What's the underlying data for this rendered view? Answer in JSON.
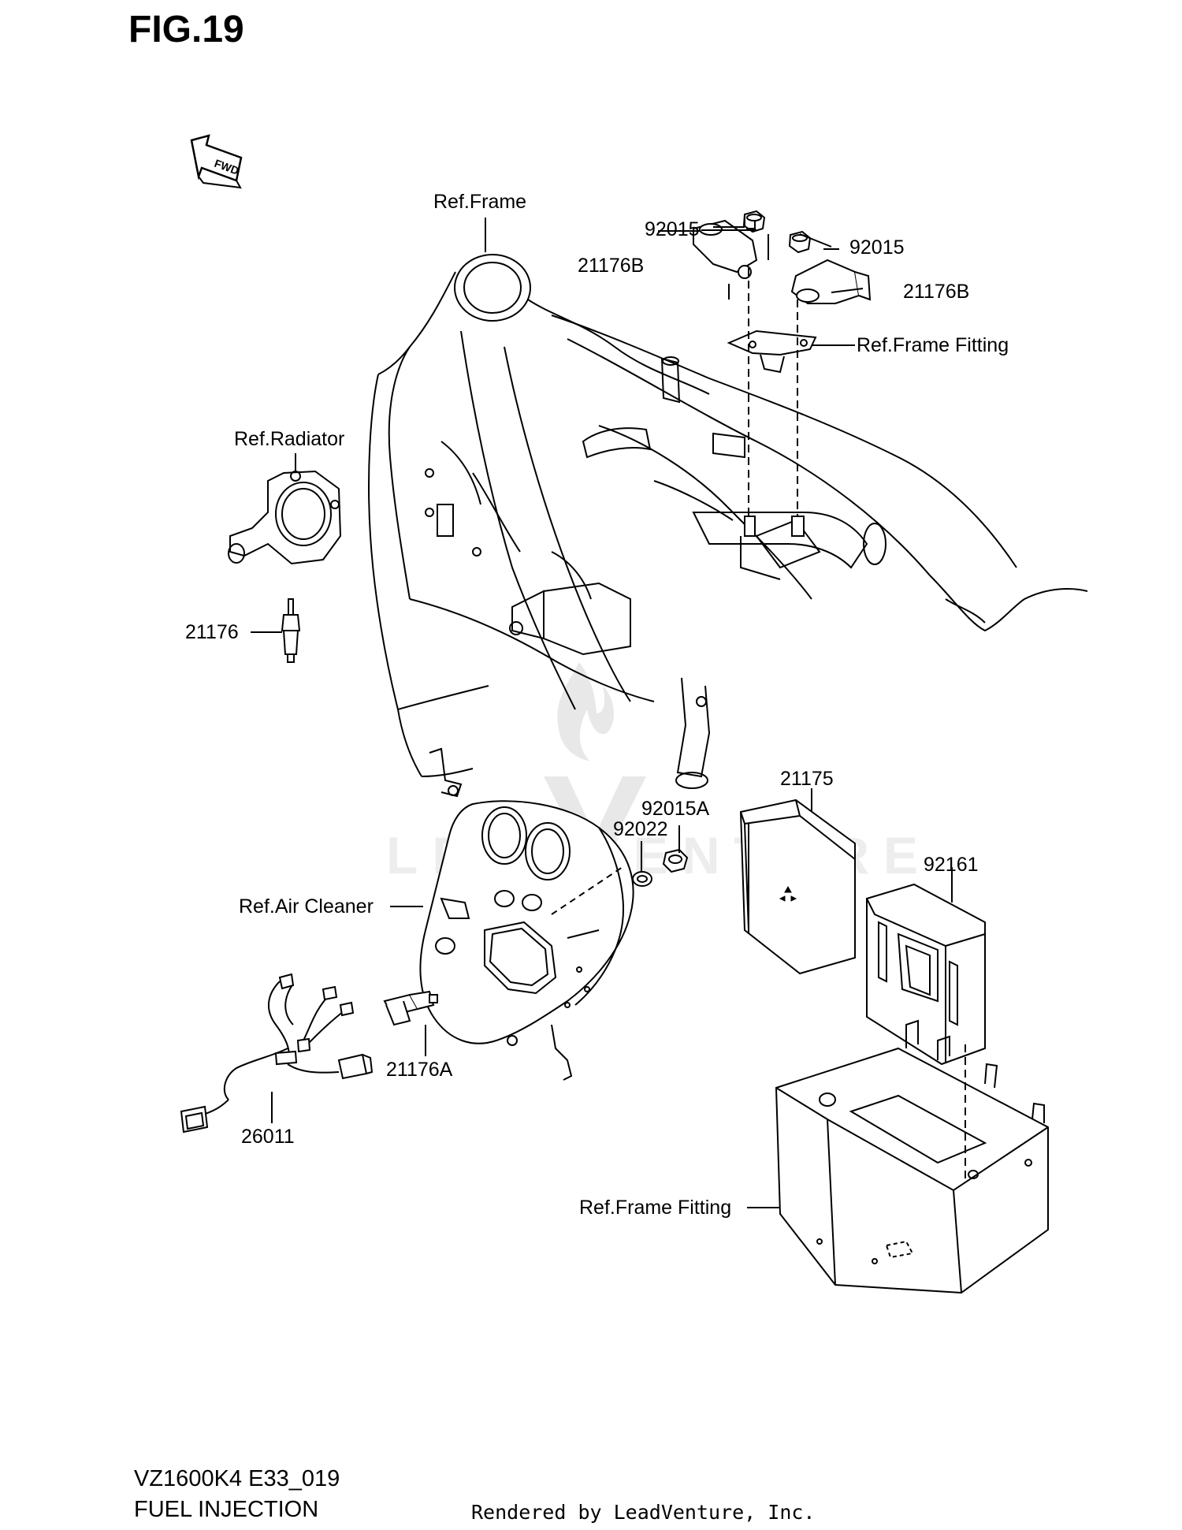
{
  "figure_title": "FIG.19",
  "fwd_badge": "FWD",
  "labels": {
    "ref_frame": "Ref.Frame",
    "p92015_left": "92015",
    "p92015_right": "92015",
    "p21176B_left": "21176B",
    "p21176B_right": "21176B",
    "ref_frame_fitting_top": "Ref.Frame Fitting",
    "ref_radiator": "Ref.Radiator",
    "p21176": "21176",
    "p21175": "21175",
    "p92015A": "92015A",
    "p92022": "92022",
    "p92161": "92161",
    "ref_air_cleaner": "Ref.Air Cleaner",
    "p21176A": "21176A",
    "p26011": "26011",
    "ref_frame_fitting_bottom": "Ref.Frame Fitting"
  },
  "watermark": "LEADVENTURE",
  "footer": {
    "model_code": "VZ1600K4 E33_019",
    "assembly_name": "FUEL INJECTION",
    "credit": "Rendered by LeadVenture, Inc."
  }
}
